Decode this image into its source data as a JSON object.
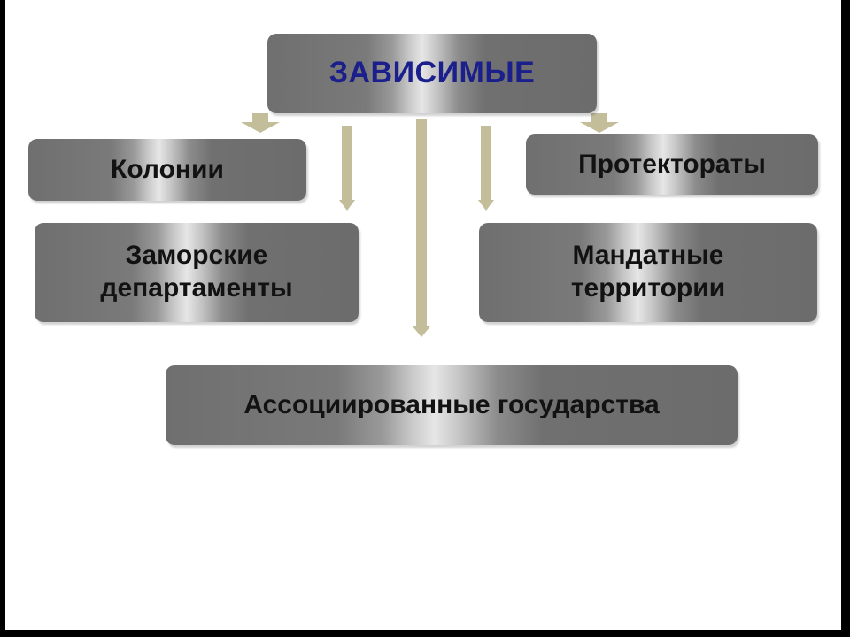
{
  "diagram": {
    "root": {
      "label": "ЗАВИСИМЫЕ"
    },
    "children": [
      {
        "id": "colonies",
        "label": "Колонии"
      },
      {
        "id": "protectorates",
        "label": "Протектораты"
      },
      {
        "id": "overseas",
        "label": "Заморские департаменты"
      },
      {
        "id": "mandated",
        "label": "Мандатные территории"
      },
      {
        "id": "associated",
        "label": "Ассоциированные государства"
      }
    ]
  },
  "colors": {
    "root_text": "#1a1f8c",
    "box_text": "#121212",
    "arrow": "#c3bd9a",
    "frame": "#000000",
    "background": "#ffffff"
  }
}
